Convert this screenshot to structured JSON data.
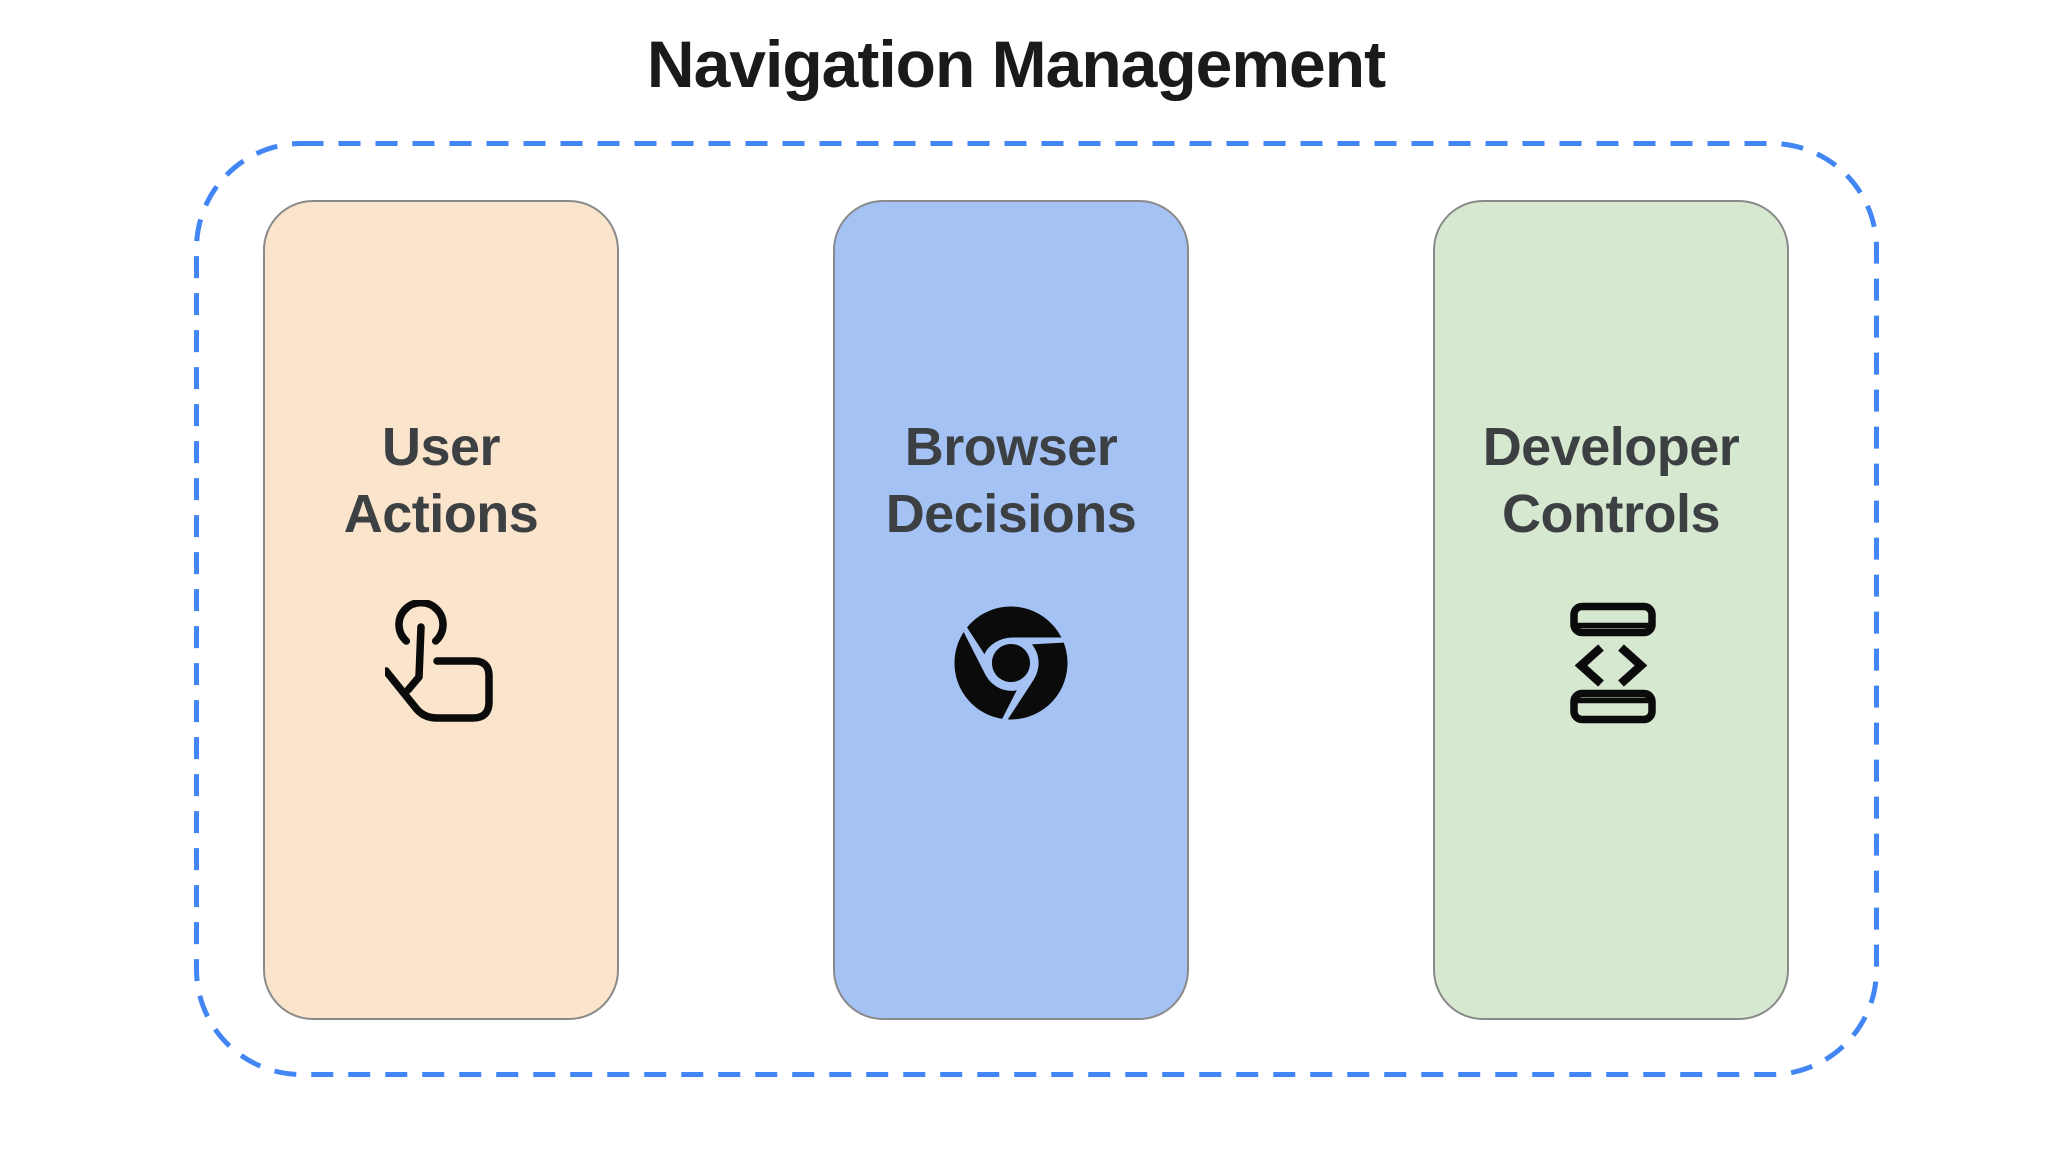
{
  "title": "Navigation Management",
  "colors": {
    "background": "#FFFFFF",
    "title_text": "#1A1A1A",
    "card_text": "#3C4043",
    "card_border": "#8A8A8A",
    "dashed_border": "#4285F4",
    "icon": "#0B0B0B",
    "user_actions_bg": "#FBE4CC",
    "browser_decisions_bg": "#A4C2F4",
    "developer_controls_bg": "#D7E8D0"
  },
  "cards": [
    {
      "name": "user-actions",
      "line1": "User",
      "line2": "Actions",
      "bg": "#FBE4CC",
      "icon": "touch-gesture-icon"
    },
    {
      "name": "browser-decisions",
      "line1": "Browser",
      "line2": "Decisions",
      "bg": "#A4C2F4",
      "icon": "chrome-browser-icon"
    },
    {
      "name": "developer-controls",
      "line1": "Developer",
      "line2": "Controls",
      "bg": "#D7E8D0",
      "icon": "developer-mode-icon"
    }
  ]
}
